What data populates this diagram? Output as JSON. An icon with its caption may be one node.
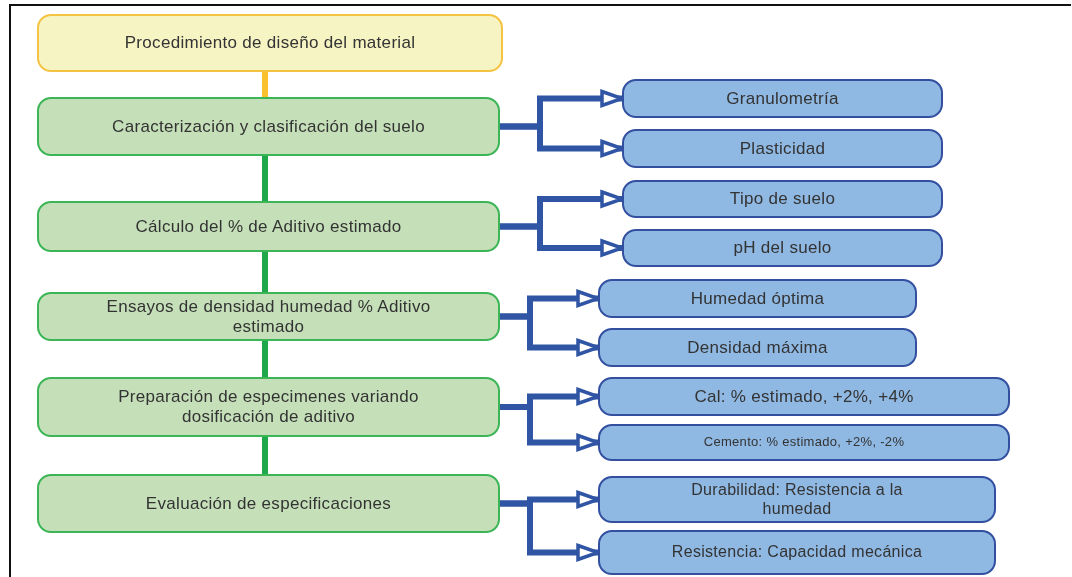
{
  "diagram": {
    "nodes": [
      {
        "text": [
          "Procedimiento de diseño del material"
        ]
      },
      {
        "text": [
          "Caracterización y clasificación del suelo"
        ]
      },
      {
        "text": [
          "Granulometría"
        ]
      },
      {
        "text": [
          "Plasticidad"
        ]
      },
      {
        "text": [
          "Cálculo del % de Aditivo estimado"
        ]
      },
      {
        "text": [
          "Tipo de suelo"
        ]
      },
      {
        "text": [
          "pH del suelo"
        ]
      },
      {
        "text": [
          "Ensayos de densidad humedad % Aditivo estimado"
        ]
      },
      {
        "text": [
          "Humedad óptima"
        ]
      },
      {
        "text": [
          "Densidad máxima"
        ]
      },
      {
        "text": [
          "Preparación de especimenes variando dosificación de aditivo"
        ]
      },
      {
        "text": [
          "Cal: % estimado, +2%, +4%"
        ]
      },
      {
        "text": [
          "Cemento: % estimado, +2%, -2%"
        ]
      },
      {
        "text": [
          "Evaluación de especificaciones"
        ]
      },
      {
        "text": [
          "Durabilidad: Resistencia a la humedad"
        ]
      },
      {
        "text": [
          "Resistencia: Capacidad mecánica"
        ]
      }
    ],
    "edges": [
      {
        "from": 0,
        "to": 1,
        "arrow": "none",
        "color": "#f9c12e"
      },
      {
        "from": 1,
        "to": 4,
        "arrow": "none",
        "color": "#1fa84a"
      },
      {
        "from": 4,
        "to": 7,
        "arrow": "none",
        "color": "#1fa84a"
      },
      {
        "from": 7,
        "to": 10,
        "arrow": "none",
        "color": "#1fa84a"
      },
      {
        "from": 10,
        "to": 13,
        "arrow": "none",
        "color": "#1fa84a"
      },
      {
        "from": 1,
        "to": 2,
        "arrow": "to"
      },
      {
        "from": 1,
        "to": 3,
        "arrow": "to"
      },
      {
        "from": 4,
        "to": 5,
        "arrow": "to"
      },
      {
        "from": 4,
        "to": 6,
        "arrow": "to"
      },
      {
        "from": 7,
        "to": 8,
        "arrow": "to"
      },
      {
        "from": 7,
        "to": 9,
        "arrow": "to"
      },
      {
        "from": 10,
        "to": 11,
        "arrow": "to"
      },
      {
        "from": 10,
        "to": 12,
        "arrow": "to"
      },
      {
        "from": 13,
        "to": 14,
        "arrow": "to"
      },
      {
        "from": 13,
        "to": 15,
        "arrow": "to"
      }
    ]
  }
}
